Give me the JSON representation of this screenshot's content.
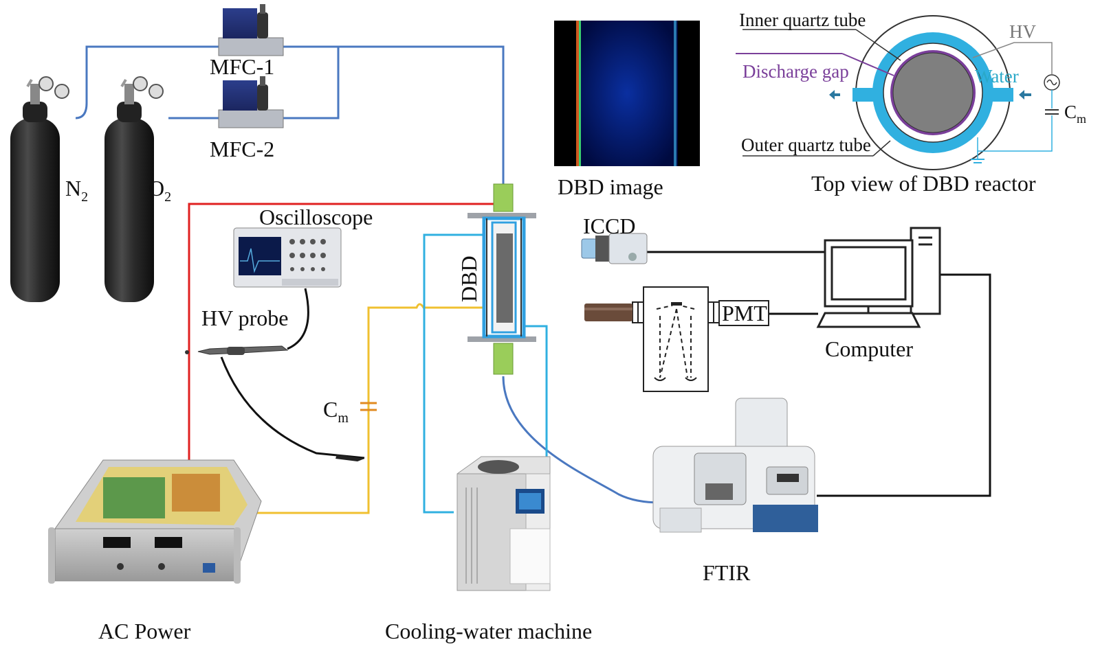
{
  "labels": {
    "n2": "N",
    "n2_sub": "2",
    "o2": "O",
    "o2_sub": "2",
    "mfc1": "MFC-1",
    "mfc2": "MFC-2",
    "oscilloscope": "Oscilloscope",
    "hv_probe": "HV probe",
    "cm": "C",
    "cm_sub": "m",
    "dbd": "DBD",
    "dbd_image": "DBD image",
    "iccd": "ICCD",
    "pmt": "PMT",
    "computer": "Computer",
    "ftir": "FTIR",
    "ac_power": "AC Power",
    "cooling": "Cooling-water machine"
  },
  "inset": {
    "inner_tube": "Inner quartz tube",
    "discharge_gap": "Discharge gap",
    "outer_tube": "Outer quartz tube",
    "hv": "HV",
    "water": "Water",
    "cm": "C",
    "cm_sub": "m",
    "title": "Top view of DBD reactor"
  },
  "colors": {
    "gas_line": "#4a78c0",
    "hv_line": "#e02020",
    "ground_line": "#f0c030",
    "water_line": "#30b0e0",
    "signal_line": "#111111",
    "reactor_green": "#9acd5a",
    "discharge_purple": "#7a3f9a",
    "water_blue": "#2aa8c8"
  }
}
